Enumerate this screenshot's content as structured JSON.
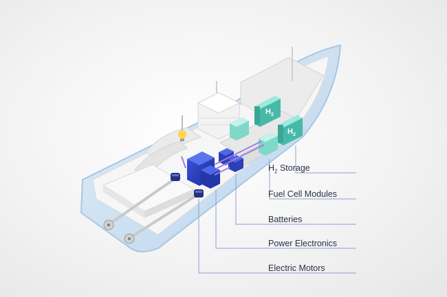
{
  "labels": {
    "h2_storage": {
      "prefix": "H",
      "subscript": "2",
      "suffix": " Storage"
    },
    "fuel_cell_modules": "Fuel Cell Modules",
    "batteries": "Batteries",
    "power_electronics": "Power Electronics",
    "electric_motors": "Electric Motors"
  },
  "tank_mark": {
    "prefix": "H",
    "subscript": "2"
  },
  "colors": {
    "hull": "#cfe3f3",
    "hull_edge": "#a9c6e2",
    "deck": "#f4f4f4",
    "h2_tank": "#5fcfbf",
    "battery": "#2c3fb7",
    "motor": "#26327f",
    "cable": "#9b7fe0",
    "leader_line": "#8f9fd2",
    "label_text": "#2a3145"
  }
}
